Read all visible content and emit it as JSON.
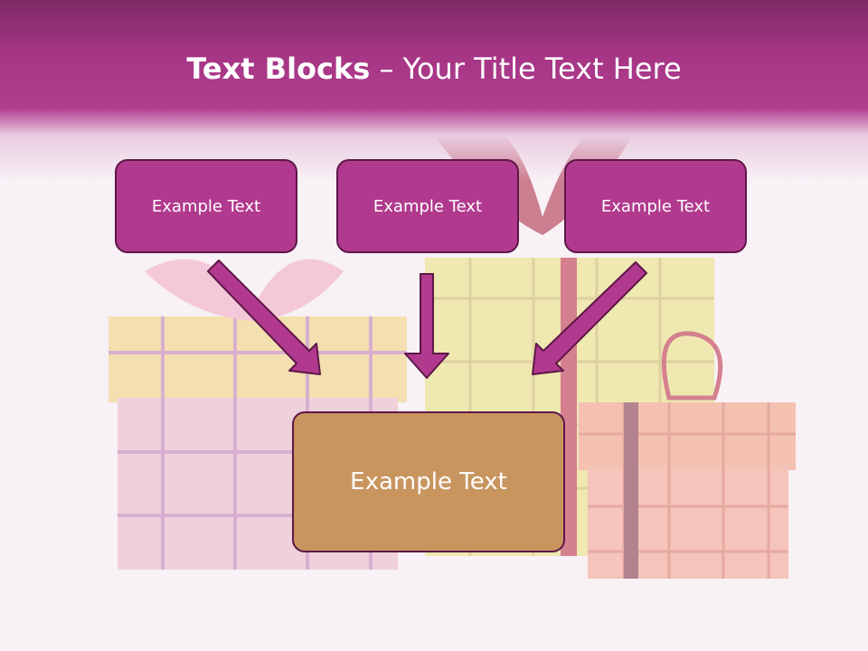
{
  "slide": {
    "title_bold": "Text Blocks",
    "title_rest": " – Your Title Text Here",
    "blocks": [
      {
        "label": "Example Text"
      },
      {
        "label": "Example Text"
      },
      {
        "label": "Example Text"
      }
    ],
    "target": {
      "label": "Example Text"
    }
  },
  "colors": {
    "header": "#a63585",
    "block_fill": "#b13a8e",
    "block_border": "#5e1748",
    "target_fill": "#c8955f",
    "arrow": "#b13a8e"
  }
}
